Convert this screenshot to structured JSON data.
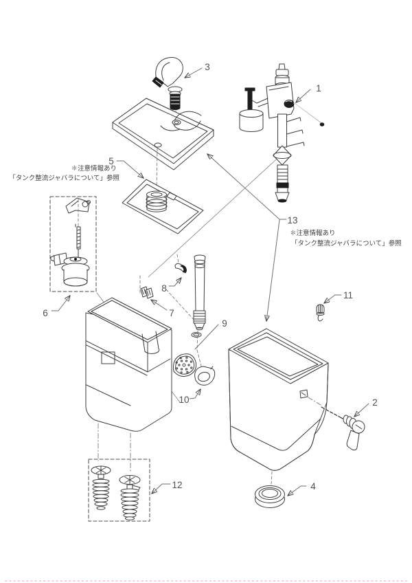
{
  "diagram": {
    "part_labels": {
      "p1": "1",
      "p2": "2",
      "p3": "3",
      "p4": "4",
      "p5": "5",
      "p6": "6",
      "p7": "7",
      "p8": "8",
      "p9": "9",
      "p10": "10",
      "p11": "11",
      "p12": "12",
      "p13": "13"
    },
    "notes": {
      "upper": {
        "line1": "✽注意情報あり",
        "line2": "「タンク整流ジャバラについて」参照"
      },
      "lower": {
        "line1": "✽注意情報あり",
        "line2": "「タンク整流ジャバラについて」参照"
      }
    },
    "colors": {
      "artwork_line": "#3a3a3a",
      "leader_line": "#6e6e6e",
      "label_text": "#4f4f4f",
      "note_text": "#3c3c3c",
      "page_edge_dots": "#f2b9d5"
    }
  }
}
